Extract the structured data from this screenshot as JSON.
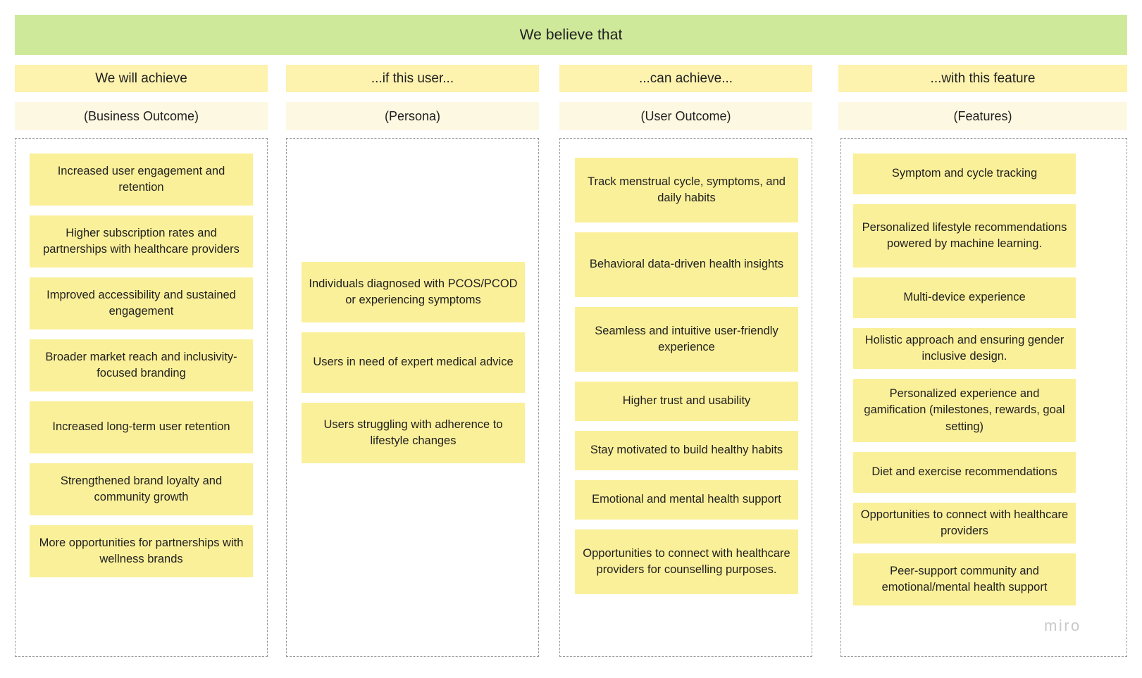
{
  "banner": {
    "text": "We believe that"
  },
  "colors": {
    "banner_green": "#cfe99b",
    "title_yellow": "#fdf2ae",
    "subtitle_cream": "#fdf8e2",
    "card_yellow": "#fbf09a",
    "frame_dash": "#9b9b9b",
    "text": "#1f1f1f",
    "watermark": "#c9c9c9"
  },
  "watermark": {
    "label": "miro"
  },
  "columns": [
    {
      "title": "We will achieve",
      "subtitle": "(Business Outcome)",
      "cards": [
        "Increased user engagement and retention",
        "Higher subscription rates and partnerships with healthcare providers",
        "Improved accessibility and sustained engagement",
        "Broader market reach and inclusivity-focused branding",
        "Increased long-term user retention",
        "Strengthened brand loyalty and community growth",
        "More opportunities for partnerships with wellness brands"
      ]
    },
    {
      "title": "...if this user...",
      "subtitle": "(Persona)",
      "cards": [
        "Individuals diagnosed with PCOS/PCOD or experiencing symptoms",
        "Users in need of expert medical advice",
        "Users struggling with adherence to lifestyle changes"
      ]
    },
    {
      "title": "...can achieve...",
      "subtitle": "(User Outcome)",
      "cards": [
        "Track menstrual cycle, symptoms, and daily habits",
        "Behavioral data-driven health insights",
        "Seamless and intuitive user-friendly experience",
        "Higher trust and usability",
        "Stay motivated to build healthy habits",
        "Emotional and mental health support",
        "Opportunities to connect with healthcare providers for counselling purposes."
      ]
    },
    {
      "title": "...with this feature",
      "subtitle": "(Features)",
      "cards": [
        "Symptom and cycle tracking",
        "Personalized lifestyle recommendations powered by machine learning.",
        "Multi-device experience",
        "Holistic approach and ensuring gender inclusive design.",
        "Personalized experience and gamification (milestones, rewards, goal setting)",
        "Diet and exercise recommendations",
        "Opportunities to connect with healthcare providers",
        "Peer-support community and emotional/mental health support"
      ]
    }
  ]
}
